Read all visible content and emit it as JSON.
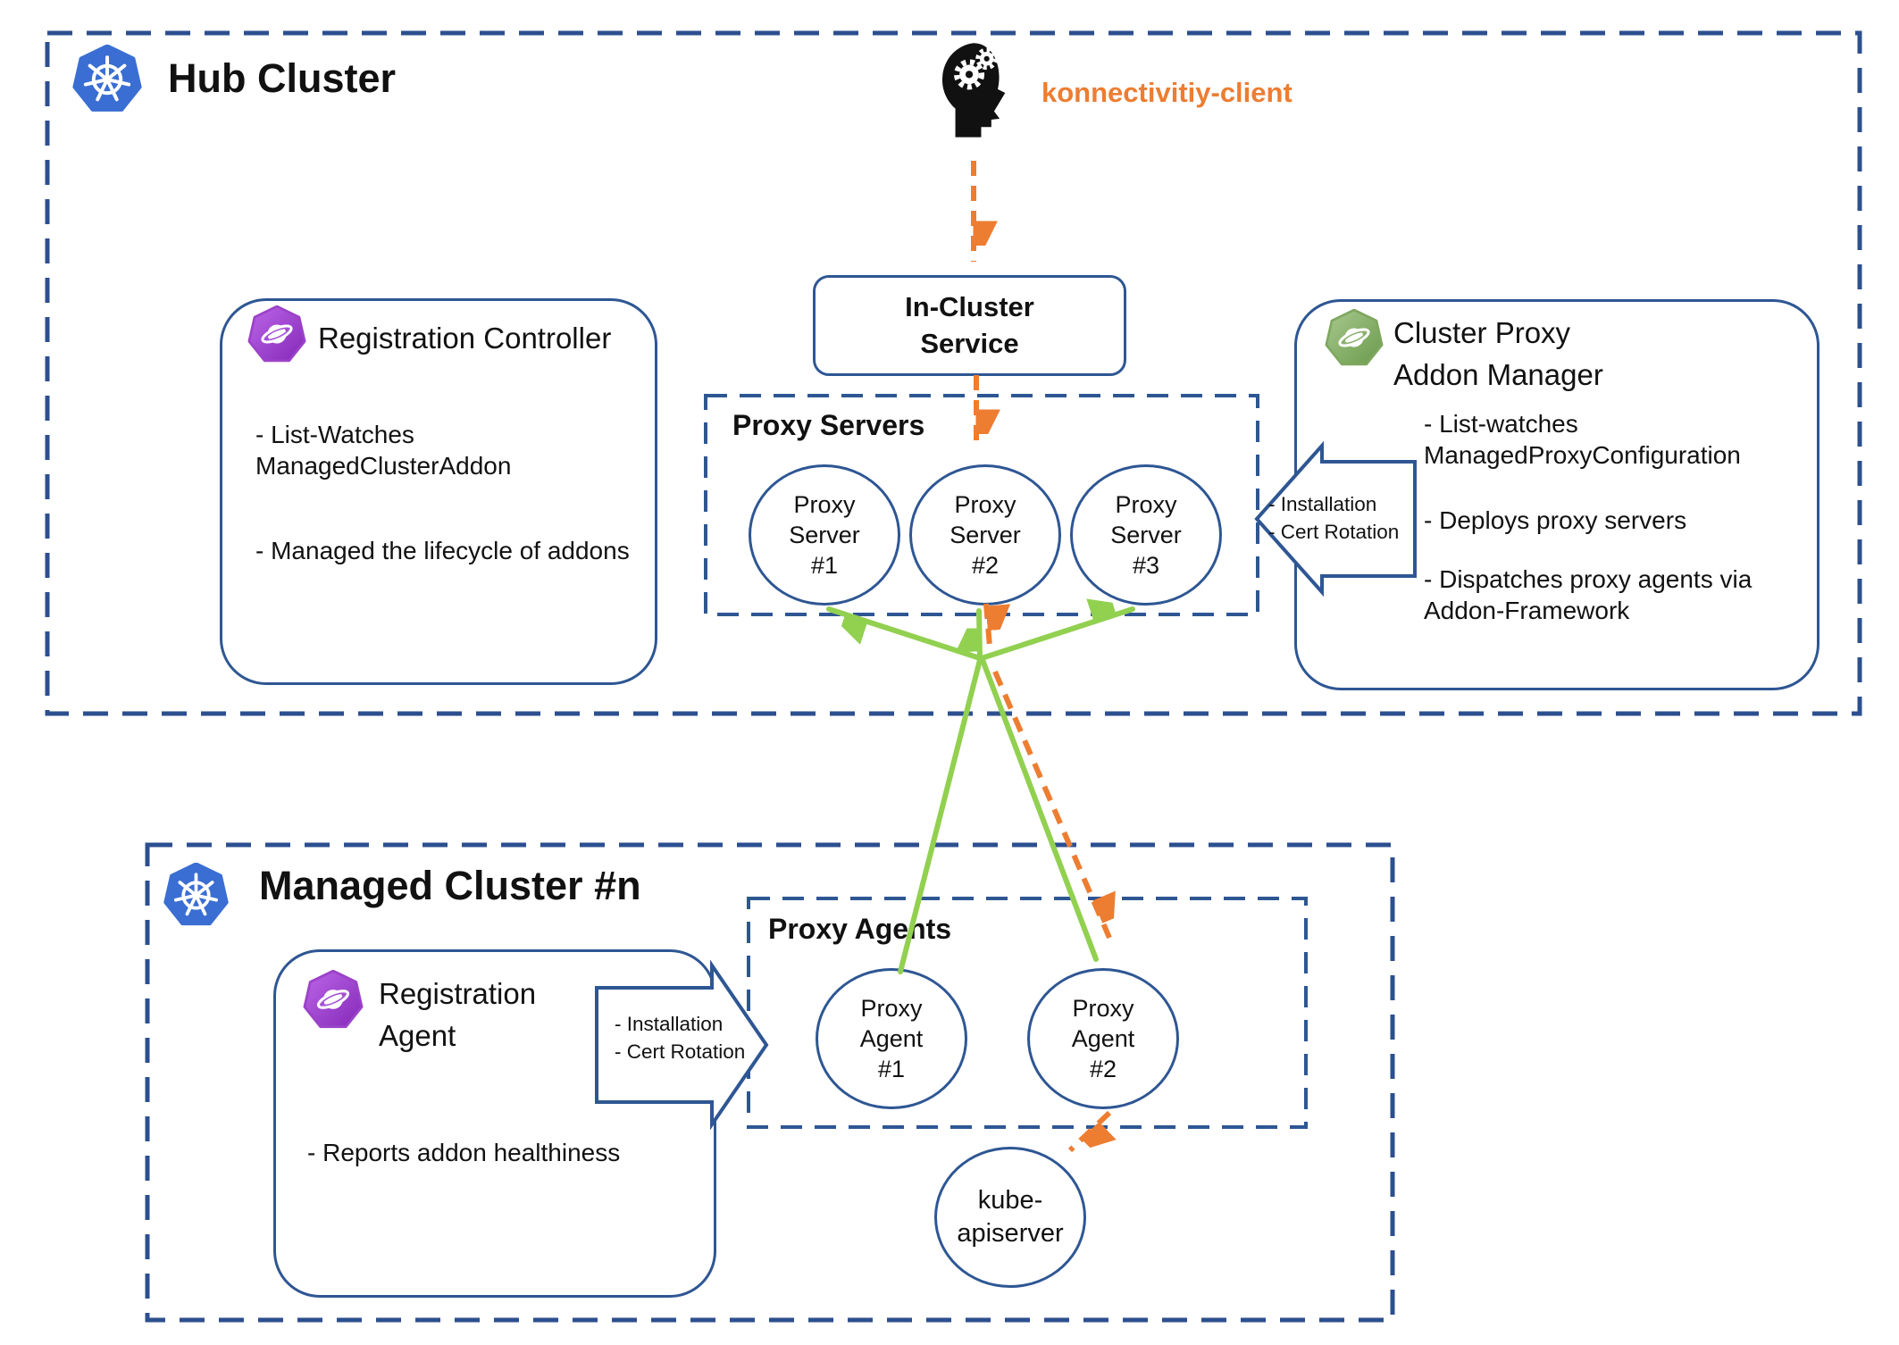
{
  "colors": {
    "outline_blue": "#2E5693",
    "dashed_blue": "#2C4F8F",
    "arrow_orange": "#ED7D31",
    "arrow_green": "#92D050",
    "kubernetes_blue": "#3A6ED3",
    "ocm_purple": "#9B42C8",
    "ocm_green": "#7FA75F",
    "text_black": "#111111"
  },
  "icons": {
    "hub_logo": "kubernetes-icon",
    "managed_logo": "kubernetes-icon",
    "registration_controller_logo": "ocm-purple-icon",
    "addon_manager_logo": "ocm-green-icon",
    "registration_agent_logo": "ocm-purple-icon",
    "konnectivity_logo": "thinking-head-gears-icon"
  },
  "hub": {
    "title": "Hub Cluster",
    "konnectivity_label": "konnectivitiy-client",
    "in_cluster_service": {
      "line1": "In-Cluster",
      "line2": "Service"
    },
    "proxy_servers": {
      "label": "Proxy Servers",
      "nodes": [
        {
          "line1": "Proxy",
          "line2": "Server",
          "line3": "#1"
        },
        {
          "line1": "Proxy",
          "line2": "Server",
          "line3": "#2"
        },
        {
          "line1": "Proxy",
          "line2": "Server",
          "line3": "#3"
        }
      ]
    },
    "registration_controller": {
      "title": "Registration Controller",
      "bullet1": "- List-Watches ManagedClusterAddon",
      "bullet2": "- Managed the lifecycle of addons"
    },
    "addon_manager": {
      "title_line1": "Cluster Proxy",
      "title_line2": "Addon Manager",
      "bullet1": "- List-watches ManagedProxyConfiguration",
      "bullet2": "- Deploys proxy servers",
      "bullet3": "- Dispatches proxy agents via Addon-Framework"
    },
    "callout": {
      "line1": "- Installation",
      "line2": "- Cert Rotation"
    }
  },
  "managed": {
    "title": "Managed Cluster #n",
    "registration_agent": {
      "title_line1": "Registration",
      "title_line2": "Agent",
      "bullet1": "- Reports addon healthiness"
    },
    "callout": {
      "line1": "- Installation",
      "line2": "- Cert Rotation"
    },
    "proxy_agents": {
      "label": "Proxy Agents",
      "nodes": [
        {
          "line1": "Proxy",
          "line2": "Agent",
          "line3": "#1"
        },
        {
          "line1": "Proxy",
          "line2": "Agent",
          "line3": "#2"
        }
      ]
    },
    "kube_apiserver": {
      "line1": "kube-",
      "line2": "apiserver"
    }
  }
}
